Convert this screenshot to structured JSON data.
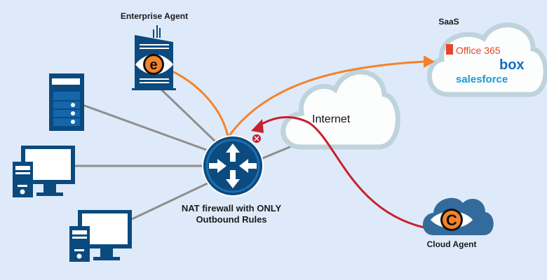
{
  "labels": {
    "enterprise_agent": "Enterprise Agent",
    "saas": "SaaS",
    "internet": "Internet",
    "firewall_line1": "NAT firewall with ONLY",
    "firewall_line2": "Outbound Rules",
    "cloud_agent": "Cloud Agent"
  },
  "saas_services": {
    "office": "Office 365",
    "box": "box",
    "salesforce": "salesforce"
  },
  "agent_letters": {
    "enterprise": "e",
    "cloud": "C"
  },
  "colors": {
    "background": "#deeaf9",
    "navy": "#0b4a7e",
    "orange": "#f5822a",
    "red": "#c8202e",
    "gray_line": "#8e8e8e",
    "cloud_border": "#bfd3dd",
    "office_red": "#e8452b",
    "box_blue": "#0f6ec0",
    "salesforce_blue": "#1a9ad6"
  }
}
